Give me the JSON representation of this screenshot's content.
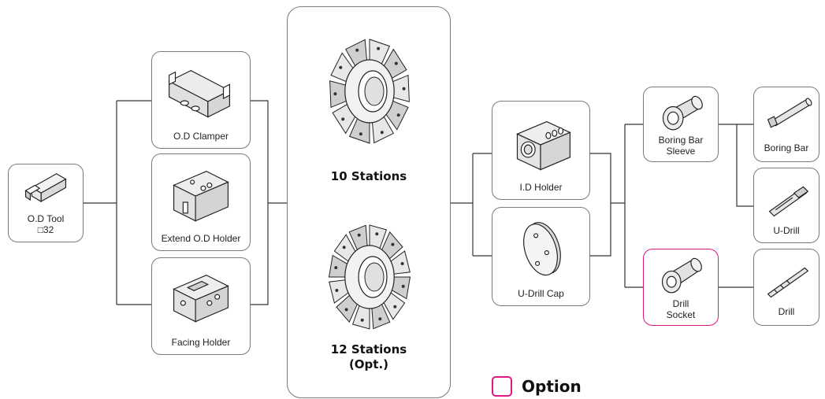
{
  "nodes": {
    "od_tool": {
      "line1": "O.D Tool",
      "line2": "□32"
    },
    "od_clamper": {
      "label": "O.D Clamper"
    },
    "extend_od_holder": {
      "label": "Extend O.D Holder"
    },
    "facing_holder": {
      "label": "Facing Holder"
    },
    "turret_10": {
      "label": "10 Stations"
    },
    "turret_12": {
      "line1": "12 Stations",
      "line2": "(Opt.)"
    },
    "id_holder": {
      "label": "I.D Holder"
    },
    "udrill_cap": {
      "label": "U-Drill Cap"
    },
    "boring_bar_sleeve": {
      "line1": "Boring Bar",
      "line2": "Sleeve"
    },
    "drill_socket": {
      "line1": "Drill",
      "line2": "Socket"
    },
    "boring_bar": {
      "label": "Boring Bar"
    },
    "u_drill": {
      "label": "U-Drill"
    },
    "drill": {
      "label": "Drill"
    }
  },
  "legend": {
    "label": "Option"
  },
  "colors": {
    "border": "#7a7a7a",
    "option": "#e0177f",
    "line": "#333333"
  }
}
